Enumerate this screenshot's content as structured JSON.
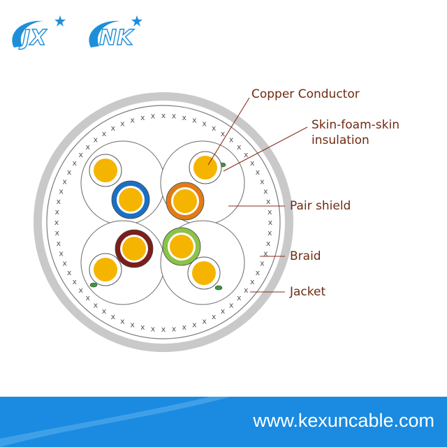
{
  "logos": [
    {
      "text": "JX"
    },
    {
      "text": "NK"
    }
  ],
  "callouts": [
    {
      "id": "copper-conductor",
      "lines": [
        "Copper Conductor"
      ]
    },
    {
      "id": "skin-foam-skin-insulation",
      "lines": [
        "Skin-foam-skin",
        "insulation"
      ]
    },
    {
      "id": "pair-shield",
      "lines": [
        "Pair shield"
      ]
    },
    {
      "id": "braid",
      "lines": [
        "Braid"
      ]
    },
    {
      "id": "jacket",
      "lines": [
        "Jacket"
      ]
    }
  ],
  "banner": {
    "url": "www.kexuncable.com"
  },
  "colors": {
    "brand_blue": "#1d8fd8",
    "banner_blue": "#1a8be0",
    "jacket_gray": "#c9c9c9",
    "conductor_yellow": "#f5b400",
    "callout_text": "#6e2a10",
    "leader_line": "#8b2a1a",
    "pair_blue": "#1b6fc4",
    "pair_orange": "#e07c18",
    "pair_brown": "#7a1f1c",
    "pair_green": "#8bc34a"
  },
  "icons": [
    "star-icon",
    "swoosh-icon"
  ]
}
